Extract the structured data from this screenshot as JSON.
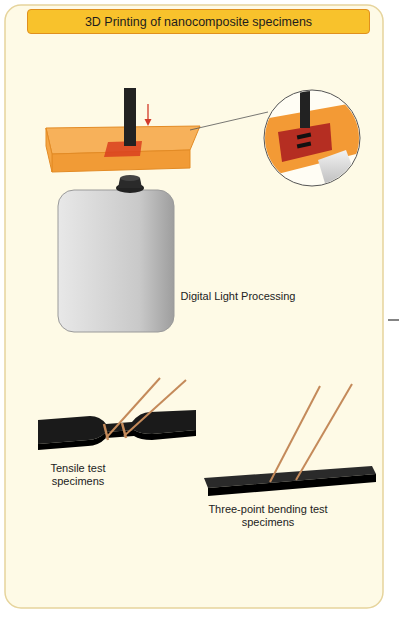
{
  "diagram": {
    "title": "3D Printing of nanocomposite specimens",
    "labels": [
      "Digital Light Processing",
      "Tensile test specimens",
      "Three-point bending test specimens"
    ]
  }
}
